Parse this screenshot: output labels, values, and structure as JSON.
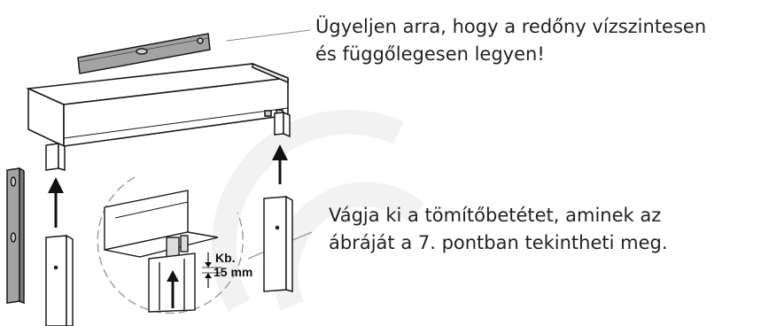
{
  "instructions": {
    "level_note": {
      "line1": "Ügyeljen arra, hogy a redőny vízszintesen",
      "line2": "és függőlegesen legyen!"
    },
    "seal_note": {
      "line1": "Vágja ki a tömítőbetétet, aminek az",
      "line2": "ábráját a 7. pontban tekintheti meg."
    }
  },
  "detail_callout": {
    "label": "Kb.",
    "measurement": "15 mm"
  },
  "colors": {
    "text": "#222222",
    "line": "#1a1a1a",
    "level_fill": "#a3a3a3",
    "detail_circle": "#9a9a9a"
  }
}
